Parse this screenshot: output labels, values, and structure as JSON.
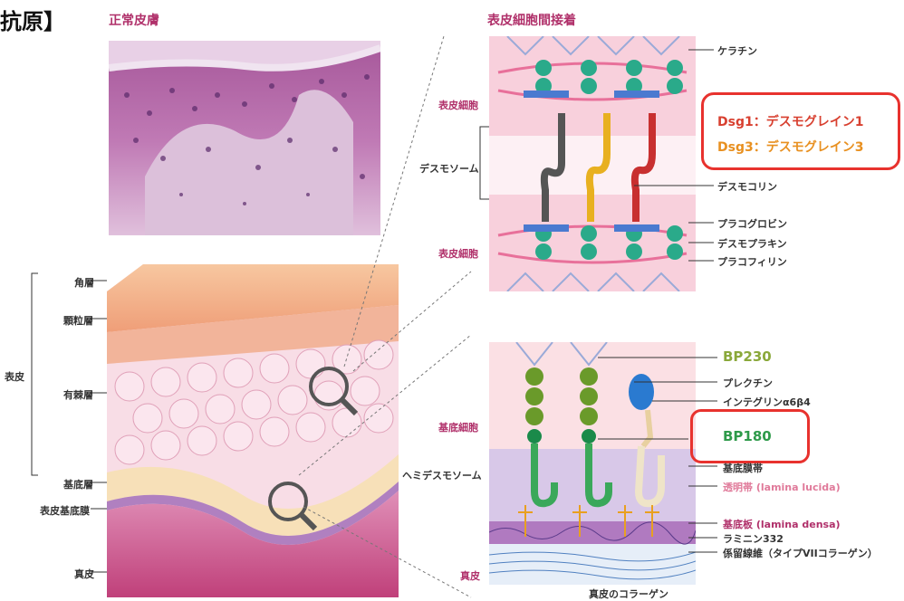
{
  "corner_title": "抗原】",
  "normal_skin_title": "正常皮膚",
  "junction_title": "表皮細胞間接着",
  "skin_layers": {
    "stratum_corneum": "角層",
    "stratum_granulosum": "顆粒層",
    "epidermis": "表皮",
    "stratum_spinosum": "有棘層",
    "stratum_basale": "基底層",
    "basement_membrane": "表皮基底膜",
    "dermis": "真皮"
  },
  "desmosome": {
    "keratin": "ケラチン",
    "epidermal_cell_top": "表皮細胞",
    "desmosome_label": "デスモソーム",
    "epidermal_cell_bottom": "表皮細胞",
    "dsg1": "Dsg1：デスモグレイン1",
    "dsg3": "Dsg3：デスモグレイン3",
    "desmocollin": "デスモコリン",
    "plakoglobin": "プラコグロビン",
    "desmoplakin": "デスモプラキン",
    "plakophilin": "プラコフィリン"
  },
  "hemidesmosome": {
    "bp230": "BP230",
    "plectin": "プレクチン",
    "integrin": "インテグリンα6β4",
    "basal_cell": "基底細胞",
    "hemidesmosome_label": "ヘミデスモソーム",
    "bp180": "BP180",
    "basement_membrane_label": "基底膜帯",
    "lamina_lucida": "透明帯",
    "lamina_lucida_en": "(lamina lucida)",
    "lamina_densa": "基底板",
    "lamina_densa_en": "(lamina densa)",
    "laminin": "ラミニン332",
    "anchoring_fibrils": "係留線維（タイプVIIコラーゲン）",
    "dermis": "真皮",
    "dermal_collagen": "真皮のコラーゲン"
  },
  "colors": {
    "highlight_red": "#e8322e",
    "title_pink": "#b0306a",
    "bp230_green": "#8aa83a",
    "bp180_green": "#2e9a4a",
    "dsg1_red": "#d84030",
    "dsg3_orange": "#e89020"
  }
}
